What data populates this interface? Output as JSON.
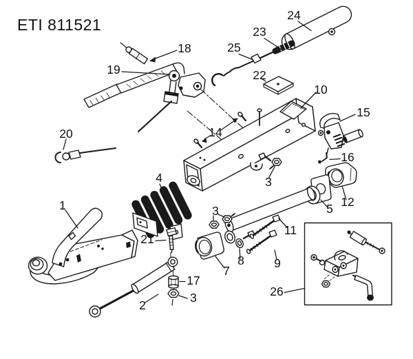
{
  "diagram": {
    "title": "ETI 811521",
    "type": "exploded-parts-diagram",
    "colors": {
      "ink": "#1a1a1a",
      "background": "#ffffff"
    },
    "labels": [
      {
        "id": "label-1",
        "num": "1"
      },
      {
        "id": "label-2",
        "num": "2"
      },
      {
        "id": "label-3a",
        "num": "3"
      },
      {
        "id": "label-3b",
        "num": "3"
      },
      {
        "id": "label-3c",
        "num": "3"
      },
      {
        "id": "label-4",
        "num": "4"
      },
      {
        "id": "label-5",
        "num": "5"
      },
      {
        "id": "label-7",
        "num": "7"
      },
      {
        "id": "label-8",
        "num": "8"
      },
      {
        "id": "label-9",
        "num": "9"
      },
      {
        "id": "label-10",
        "num": "10"
      },
      {
        "id": "label-11",
        "num": "11"
      },
      {
        "id": "label-12",
        "num": "12"
      },
      {
        "id": "label-14",
        "num": "14"
      },
      {
        "id": "label-15",
        "num": "15"
      },
      {
        "id": "label-16",
        "num": "16"
      },
      {
        "id": "label-17",
        "num": "17"
      },
      {
        "id": "label-18",
        "num": "18"
      },
      {
        "id": "label-19",
        "num": "19"
      },
      {
        "id": "label-20",
        "num": "20"
      },
      {
        "id": "label-21",
        "num": "21"
      },
      {
        "id": "label-22",
        "num": "22"
      },
      {
        "id": "label-23",
        "num": "23"
      },
      {
        "id": "label-24",
        "num": "24"
      },
      {
        "id": "label-25",
        "num": "25"
      },
      {
        "id": "label-26",
        "num": "26"
      }
    ]
  }
}
